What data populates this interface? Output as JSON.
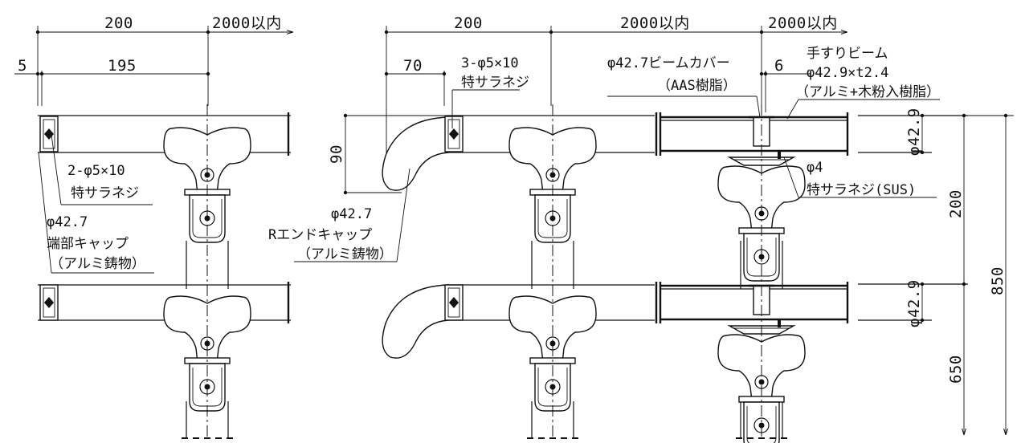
{
  "dims": {
    "d_200_left": "200",
    "d_2000_left": "2000以内",
    "d_5": "5",
    "d_195": "195",
    "d_200_mid": "200",
    "d_2000_mid": "2000以内",
    "d_2000_right": "2000以内",
    "d_70": "70",
    "d_90": "90",
    "d_6": "6",
    "d_200_v": "200",
    "d_850_v": "850",
    "d_650_v": "650",
    "d_phi429_top": "φ42.9",
    "d_phi429_bot": "φ42.9"
  },
  "labels": {
    "screw_a_1": "2-φ5×10",
    "screw_a_2": "特サラネジ",
    "endcap_1": "φ42.7",
    "endcap_2": "端部キャップ",
    "endcap_3": "（アルミ鋳物）",
    "screw_b_1": "3-φ5×10",
    "screw_b_2": "特サラネジ",
    "rcap_1": "φ42.7",
    "rcap_2": "Rエンドキャップ",
    "rcap_3": "（アルミ鋳物）",
    "cover_1": "φ42.7ビームカバー",
    "cover_2": "（AAS樹脂）",
    "beam_1": "手すりビーム",
    "beam_2": "φ42.9×t2.4",
    "beam_3": "（アルミ+木粉入樹脂）",
    "screw_c_1": "φ4",
    "screw_c_2": "特サラネジ(SUS)"
  }
}
